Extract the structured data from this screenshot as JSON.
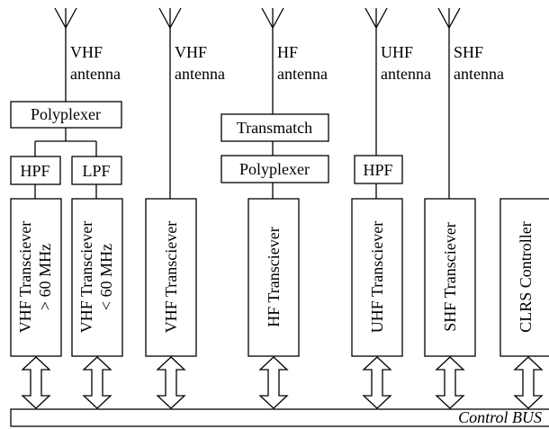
{
  "antenna_labels": {
    "vhf1": [
      "VHF",
      "antenna"
    ],
    "vhf2": [
      "VHF",
      "antenna"
    ],
    "hf": [
      "HF",
      "antenna"
    ],
    "uhf": [
      "UHF",
      "antenna"
    ],
    "shf": [
      "SHF",
      "antenna"
    ]
  },
  "blocks": {
    "polyplexer_vhf": "Polyplexer",
    "hpf_vhf": "HPF",
    "lpf_vhf": "LPF",
    "transmatch": "Transmatch",
    "polyplexer_hf": "Polyplexer",
    "hpf_uhf": "HPF"
  },
  "transceivers": {
    "vhf_high": [
      "VHF Transciever",
      "> 60 MHz"
    ],
    "vhf_low": [
      "VHF Transciever",
      "< 60 MHz"
    ],
    "vhf": [
      "VHF Transciever"
    ],
    "hf": [
      "HF Transciever"
    ],
    "uhf": [
      "UHF Transciever"
    ],
    "shf": [
      "SHF Transciever"
    ],
    "clrs": [
      "CLRS Controller"
    ]
  },
  "bus_label": "Control BUS"
}
